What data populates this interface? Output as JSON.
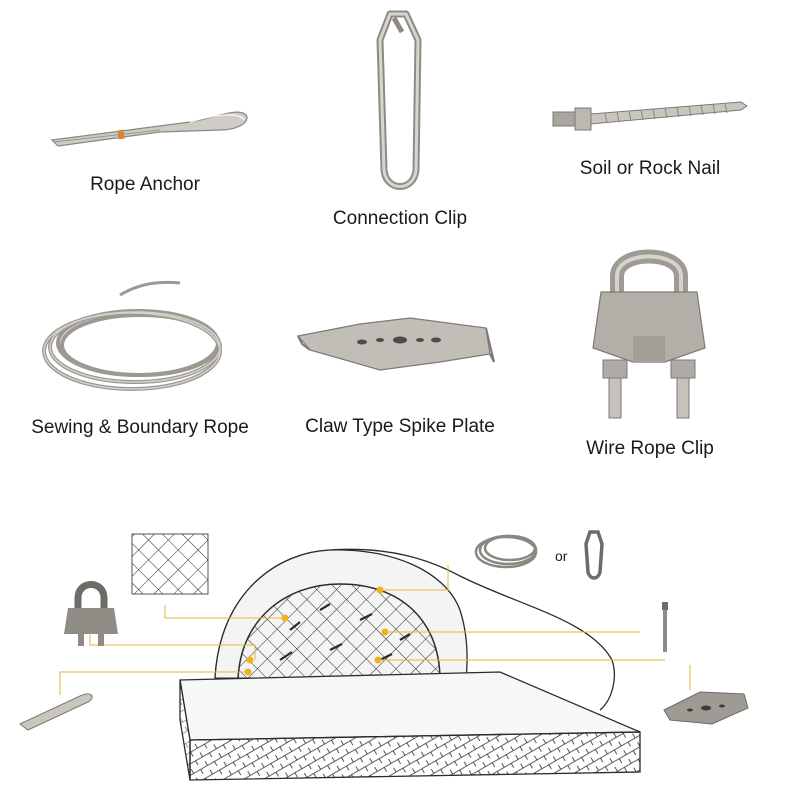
{
  "products": [
    {
      "id": "rope-anchor",
      "label": "Rope Anchor",
      "icon": "rope-anchor-icon"
    },
    {
      "id": "connection-clip",
      "label": "Connection Clip",
      "icon": "connection-clip-icon"
    },
    {
      "id": "soil-rock-nail",
      "label": "Soil or Rock Nail",
      "icon": "soil-nail-icon"
    },
    {
      "id": "sewing-boundary-rope",
      "label": "Sewing & Boundary Rope",
      "icon": "coiled-rope-icon"
    },
    {
      "id": "claw-spike-plate",
      "label": "Claw Type Spike Plate",
      "icon": "spike-plate-icon"
    },
    {
      "id": "wire-rope-clip",
      "label": "Wire Rope Clip",
      "icon": "wire-rope-clip-icon"
    }
  ],
  "diagram": {
    "or_text": "or",
    "colors": {
      "leader": "#e6b53a",
      "marker": "#f2b01e",
      "metal": "#b6b3ad",
      "metal_dark": "#7d7a74",
      "line": "#2b2b2b"
    }
  }
}
